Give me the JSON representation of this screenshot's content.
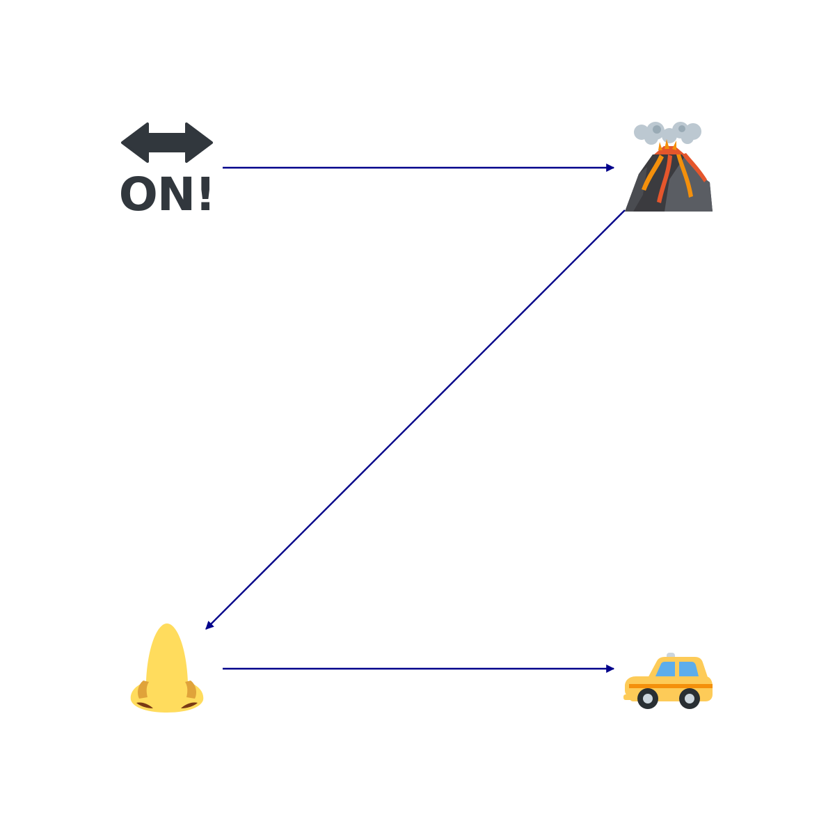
{
  "colors": {
    "background": "#ffffff",
    "arrow": "#00008b",
    "on_icon": "#31373d",
    "volcano_rock_dark": "#3b3b3f",
    "volcano_rock_light": "#5a5d63",
    "lava_orange": "#f4900c",
    "lava_red": "#e5562c",
    "smoke": "#bcc8d1",
    "nose": "#ffdc5d",
    "nose_shadow": "#e0a33a",
    "nostril": "#7a3a14",
    "taxi_yellow": "#fdcb58",
    "taxi_stripe": "#f4900c",
    "taxi_window": "#5dadec",
    "wheel": "#292f33",
    "hubcap": "#ccd6dd"
  },
  "nodes": [
    {
      "id": "on",
      "icon": "on-arrow-icon",
      "label": "ON!"
    },
    {
      "id": "volcano",
      "icon": "volcano-icon"
    },
    {
      "id": "nose",
      "icon": "nose-icon"
    },
    {
      "id": "taxi",
      "icon": "taxi-icon"
    }
  ],
  "edges": [
    {
      "from": "on",
      "to": "volcano"
    },
    {
      "from": "volcano",
      "to": "nose"
    },
    {
      "from": "nose",
      "to": "taxi"
    }
  ]
}
